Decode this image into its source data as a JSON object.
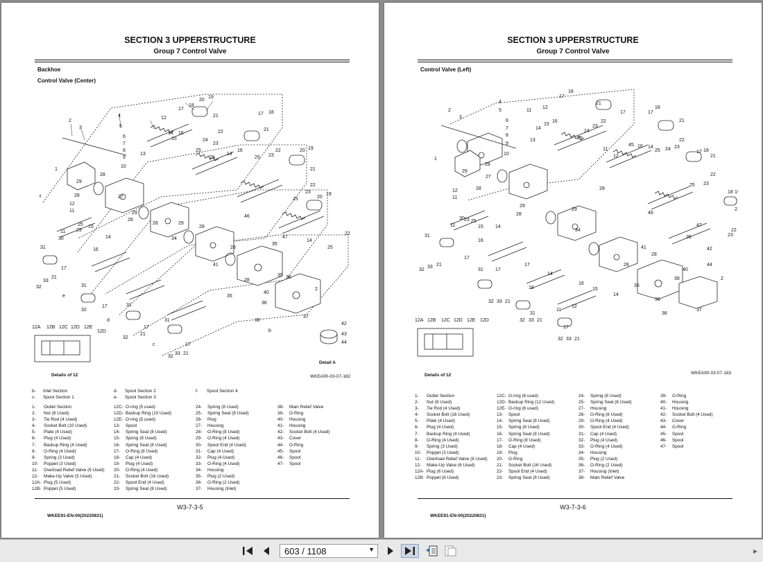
{
  "pages": [
    {
      "section_title": "SECTION 3 UPPERSTRUCTURE",
      "group_title": "Group 7 Control Valve",
      "label_1": "Backhoe",
      "label_2": "Control Valve (Center)",
      "detail_caption": "Details of 12",
      "detail_a_caption": "Detail A",
      "figure_code": "WKEA90-03-07-182",
      "section_legend": [
        [
          "b-",
          "Inlet Section"
        ],
        [
          "c-",
          "Spool Section 1"
        ],
        [
          "d-",
          "Spool Section 2"
        ],
        [
          "e-",
          "Spool Section 3"
        ],
        [
          "f-",
          "Spool Section 4"
        ]
      ],
      "legend_columns": [
        [
          [
            "1-",
            "Outlet Section"
          ],
          [
            "2-",
            "Nut (8 Used)"
          ],
          [
            "3-",
            "Tie Rod (4 Used)"
          ],
          [
            "4-",
            "Socket Bolt (10 Used)"
          ],
          [
            "5-",
            "Plate (4 Used)"
          ],
          [
            "6-",
            "Plug (4 Used)"
          ],
          [
            "7-",
            "Backup Ring (4 Used)"
          ],
          [
            "8-",
            "O-Ring (4 Used)"
          ],
          [
            "9-",
            "Spring (3 Used)"
          ],
          [
            "10-",
            "Poppet (3 Used)"
          ],
          [
            "11-",
            "Overload Relief Valve (6 Used)"
          ],
          [
            "12-",
            "Make-Up Valve (5 Used)"
          ],
          [
            "12A-",
            "Plug (5 Used)"
          ],
          [
            "12B-",
            "Poppet (5 Used)"
          ]
        ],
        [
          [
            "12C-",
            "O-ring (5 used)"
          ],
          [
            "12D-",
            "Backup Ring (10 Used)"
          ],
          [
            "12E-",
            "O-ring (5 used)"
          ],
          [
            "13-",
            "Spool"
          ],
          [
            "14-",
            "Spring Seat (8 Used)"
          ],
          [
            "15-",
            "Spring (8 Used)"
          ],
          [
            "16-",
            "Spring Seat (8 Used)"
          ],
          [
            "17-",
            "O-Ring (8 Used)"
          ],
          [
            "18-",
            "Cap (4 Used)"
          ],
          [
            "19-",
            "Plug (4 Used)"
          ],
          [
            "20-",
            "O-Ring (4 Used)"
          ],
          [
            "21-",
            "Socket Bolt (16 Used)"
          ],
          [
            "22-",
            "Spool End (4 Used)"
          ],
          [
            "23-",
            "Spring Seat (8 Used)"
          ]
        ],
        [
          [
            "24-",
            "Spring (8 Used)"
          ],
          [
            "25-",
            "Spring Seat (8 Used)"
          ],
          [
            "26-",
            "Plug"
          ],
          [
            "27-",
            "Housing"
          ],
          [
            "28-",
            "O-Ring (8 Used)"
          ],
          [
            "29-",
            "O-Ring (4 Used)"
          ],
          [
            "30-",
            "Spool End (4 Used)"
          ],
          [
            "31-",
            "Cap (4 Used)"
          ],
          [
            "32-",
            "Plug (4 Used)"
          ],
          [
            "33-",
            "O-Ring (4 Used)"
          ],
          [
            "34-",
            "Housing"
          ],
          [
            "35-",
            "Plug (2 Used)"
          ],
          [
            "36-",
            "O-Ring (2 Used)"
          ],
          [
            "37-",
            "Housing (Inlet)"
          ]
        ],
        [
          [
            "38-",
            "Main Relief Valve"
          ],
          [
            "39-",
            "O-Ring"
          ],
          [
            "40-",
            "Housing"
          ],
          [
            "41-",
            "Housing"
          ],
          [
            "42-",
            "Socket Bolt (4 Used)"
          ],
          [
            "43-",
            "Cover"
          ],
          [
            "44-",
            "O-Ring"
          ],
          [
            "45-",
            "Spool"
          ],
          [
            "46-",
            "Spool"
          ],
          [
            "47-",
            "Spool"
          ]
        ]
      ],
      "page_number": "W3-7-3-5",
      "doc_code": "WKEE91-EN-00(20220831)"
    },
    {
      "section_title": "SECTION 3 UPPERSTRUCTURE",
      "group_title": "Group 7 Control Valve",
      "label_1": "Control Valve (Left)",
      "label_2": "",
      "detail_caption": "Details of 12",
      "figure_code": "WKEA90-03-07-183",
      "legend_columns": [
        [
          [
            "1-",
            "Outlet Section"
          ],
          [
            "2-",
            "Nut (8 Used)"
          ],
          [
            "3-",
            "Tie Rod (4 Used)"
          ],
          [
            "4-",
            "Socket Bolt (16 Used)"
          ],
          [
            "5-",
            "Plate (4 Used)"
          ],
          [
            "6-",
            "Plug (4 Used)"
          ],
          [
            "7-",
            "Backup Ring (4 Used)"
          ],
          [
            "8-",
            "O-Ring (4 Used)"
          ],
          [
            "9-",
            "Spring (3 Used)"
          ],
          [
            "10-",
            "Poppet (3 Used)"
          ],
          [
            "11-",
            "Overload Relief Valve (6 Used)"
          ],
          [
            "12-",
            "Make-Up Valve (6 Used)"
          ],
          [
            "12A-",
            "Plug (6 Used)"
          ],
          [
            "12B-",
            "Poppet (6 Used)"
          ]
        ],
        [
          [
            "12C-",
            "O-ring (6 used)"
          ],
          [
            "12D-",
            "Backup Ring (12 Used)"
          ],
          [
            "12E-",
            "O-ring (6 used)"
          ],
          [
            "13-",
            "Spool"
          ],
          [
            "14-",
            "Spring Seat (8 Used)"
          ],
          [
            "15-",
            "Spring (8 Used)"
          ],
          [
            "16-",
            "Spring Seat (8 Used)"
          ],
          [
            "17-",
            "O-Ring (8 Used)"
          ],
          [
            "18-",
            "Cap (4 Used)"
          ],
          [
            "19-",
            "Plug"
          ],
          [
            "20-",
            "O-Ring"
          ],
          [
            "21-",
            "Socket Bolt (16 Used)"
          ],
          [
            "22-",
            "Spool End (4 Used)"
          ],
          [
            "23-",
            "Spring Seat (8 Used)"
          ]
        ],
        [
          [
            "24-",
            "Spring (8 Used)"
          ],
          [
            "25-",
            "Spring Seat (8 Used)"
          ],
          [
            "27-",
            "Housing"
          ],
          [
            "28-",
            "O-Ring (8 Used)"
          ],
          [
            "29-",
            "O-Ring (4 Used)"
          ],
          [
            "30-",
            "Spool End (4 Used)"
          ],
          [
            "31-",
            "Cap (4 Used)"
          ],
          [
            "32-",
            "Plug (4 Used)"
          ],
          [
            "33-",
            "O-Ring (4 Used)"
          ],
          [
            "34-",
            "Housing"
          ],
          [
            "35-",
            "Plug (2 Used)"
          ],
          [
            "36-",
            "O-Ring (2 Used)"
          ],
          [
            "37-",
            "Housing (Inlet)"
          ],
          [
            "38-",
            "Main Relief Valve"
          ]
        ],
        [
          [
            "39-",
            "O-Ring"
          ],
          [
            "40-",
            "Housing"
          ],
          [
            "41-",
            "Housing"
          ],
          [
            "42-",
            "Socket Bolt (4 Used)"
          ],
          [
            "43-",
            "Cover"
          ],
          [
            "44-",
            "O-Ring"
          ],
          [
            "45-",
            "Spool"
          ],
          [
            "46-",
            "Spool"
          ],
          [
            "47-",
            "Spool"
          ]
        ]
      ],
      "page_number": "W3-7-3-6",
      "doc_code": "WKEE91-EN-00(20220831)"
    }
  ],
  "toolbar": {
    "current_page": "603",
    "page_separator": "/",
    "total_pages": "1108",
    "page_display": "603 / 1108"
  },
  "icons": [
    "first-page-icon",
    "prev-page-icon",
    "next-page-icon",
    "last-page-icon",
    "prev-view-icon",
    "next-view-icon",
    "scroll-right-icon"
  ],
  "colors": {
    "viewer_bg": "#8c8c8c",
    "toolbar_bg": "#e9e9e9",
    "page_bg": "#ffffff"
  }
}
